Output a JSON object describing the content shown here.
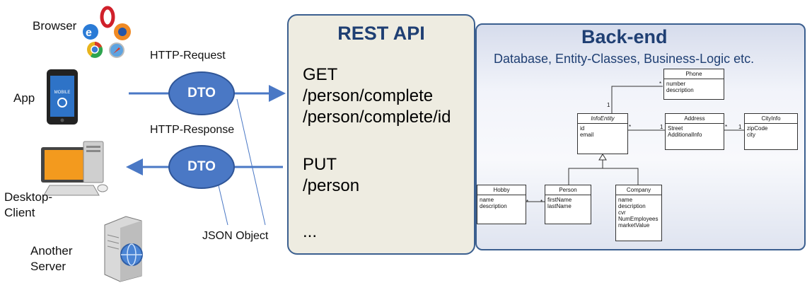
{
  "clients": {
    "browser": "Browser",
    "app": "App",
    "desktop_line1": "Desktop-",
    "desktop_line2": "Client",
    "server_line1": "Another",
    "server_line2": "Server"
  },
  "protocol": {
    "request": "HTTP-Request",
    "response": "HTTP-Response",
    "dto": "DTO",
    "json": "JSON Object"
  },
  "rest": {
    "title": "REST API",
    "lines": [
      "GET",
      "/person/complete",
      "/person/complete/id",
      "PUT",
      "/person",
      "..."
    ]
  },
  "backend": {
    "title": "Back-end",
    "subtitle": "Database, Entity-Classes,  Business-Logic etc."
  },
  "uml": {
    "phone": {
      "name": "Phone",
      "attrs": [
        "number",
        "description"
      ]
    },
    "infoentity": {
      "name": "InfoEntity",
      "attrs": [
        "id",
        "email"
      ]
    },
    "address": {
      "name": "Address",
      "attrs": [
        "Street",
        "AdditionalInfo"
      ]
    },
    "cityinfo": {
      "name": "CityInfo",
      "attrs": [
        "zipCode",
        "city"
      ]
    },
    "hobby": {
      "name": "Hobby",
      "attrs": [
        "name",
        "description"
      ]
    },
    "person": {
      "name": "Person",
      "attrs": [
        "firstName",
        "lastName"
      ]
    },
    "company": {
      "name": "Company",
      "attrs": [
        "name",
        "description",
        "cvr",
        "NumEmployees",
        "marketValue"
      ]
    },
    "mult": {
      "star": "*",
      "one": "1"
    }
  },
  "colors": {
    "accent": "#4a78c5",
    "panel_border": "#3b5f8f",
    "title": "#1f3f73",
    "rest_bg": "#eeece1"
  }
}
